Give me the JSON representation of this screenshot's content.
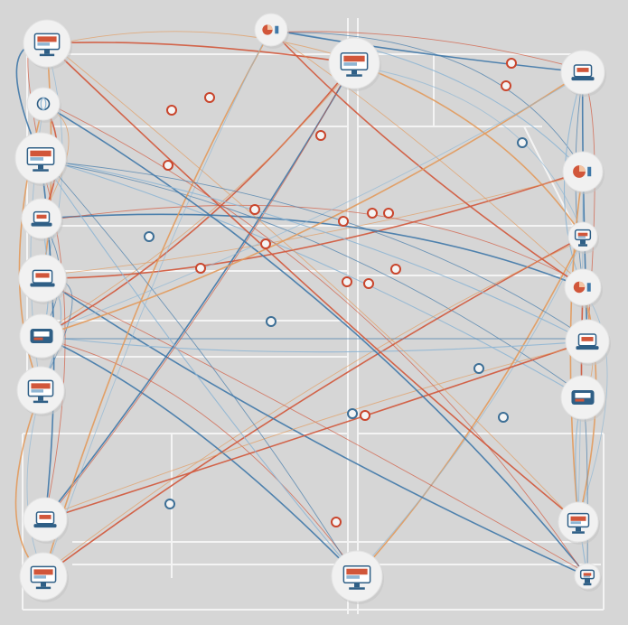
{
  "colors": {
    "background": "#d6d6d6",
    "blue_link": "#3f78a8",
    "red_link": "#d1563a",
    "orange_link": "#e29a5c",
    "light_blue_link": "#8fb6d4",
    "grid_line": "#f4f4f4",
    "node_fill": "#f1f1f1",
    "junction_red": "#c9452c",
    "junction_blue": "#3d6f96"
  },
  "diagram": {
    "type": "network",
    "nodes": [
      {
        "id": "n1",
        "icon": "monitor-icon"
      },
      {
        "id": "n2",
        "icon": "chart-icon"
      },
      {
        "id": "n3",
        "icon": "presentation-icon"
      },
      {
        "id": "n4",
        "icon": "laptop-icon"
      },
      {
        "id": "n5",
        "icon": "globe-icon"
      },
      {
        "id": "n6",
        "icon": "monitor-icon"
      },
      {
        "id": "n7",
        "icon": "chart-icon"
      },
      {
        "id": "n8",
        "icon": "laptop-icon"
      },
      {
        "id": "n9",
        "icon": "monitor-icon"
      },
      {
        "id": "n10",
        "icon": "laptop-icon"
      },
      {
        "id": "n11",
        "icon": "chart-icon"
      },
      {
        "id": "n12",
        "icon": "printer-icon"
      },
      {
        "id": "n13",
        "icon": "laptop-icon"
      },
      {
        "id": "n14",
        "icon": "monitor-icon"
      },
      {
        "id": "n15",
        "icon": "server-icon"
      },
      {
        "id": "n16",
        "icon": "laptop-icon"
      },
      {
        "id": "n17",
        "icon": "monitor-icon"
      },
      {
        "id": "n18",
        "icon": "monitor-icon"
      },
      {
        "id": "n19",
        "icon": "monitor-icon"
      },
      {
        "id": "n20",
        "icon": "monitor-icon"
      }
    ],
    "edges": [
      [
        "n1",
        "n6"
      ],
      [
        "n1",
        "n3"
      ],
      [
        "n1",
        "n10"
      ],
      [
        "n2",
        "n7"
      ],
      [
        "n2",
        "n4"
      ],
      [
        "n3",
        "n12"
      ],
      [
        "n3",
        "n9"
      ],
      [
        "n4",
        "n11"
      ],
      [
        "n4",
        "n13"
      ],
      [
        "n5",
        "n8"
      ],
      [
        "n5",
        "n14"
      ],
      [
        "n6",
        "n15"
      ],
      [
        "n6",
        "n16"
      ],
      [
        "n7",
        "n10"
      ],
      [
        "n7",
        "n17"
      ],
      [
        "n8",
        "n12"
      ],
      [
        "n8",
        "n11"
      ],
      [
        "n9",
        "n18"
      ],
      [
        "n9",
        "n19"
      ],
      [
        "n10",
        "n14"
      ],
      [
        "n10",
        "n20"
      ],
      [
        "n11",
        "n15"
      ],
      [
        "n11",
        "n17"
      ],
      [
        "n12",
        "n13"
      ],
      [
        "n12",
        "n19"
      ],
      [
        "n13",
        "n16"
      ],
      [
        "n14",
        "n18"
      ],
      [
        "n15",
        "n20"
      ],
      [
        "n16",
        "n3"
      ],
      [
        "n17",
        "n1"
      ],
      [
        "n18",
        "n2"
      ],
      [
        "n19",
        "n6"
      ],
      [
        "n20",
        "n5"
      ],
      [
        "n2",
        "n11"
      ],
      [
        "n4",
        "n12"
      ],
      [
        "n6",
        "n13"
      ]
    ]
  }
}
